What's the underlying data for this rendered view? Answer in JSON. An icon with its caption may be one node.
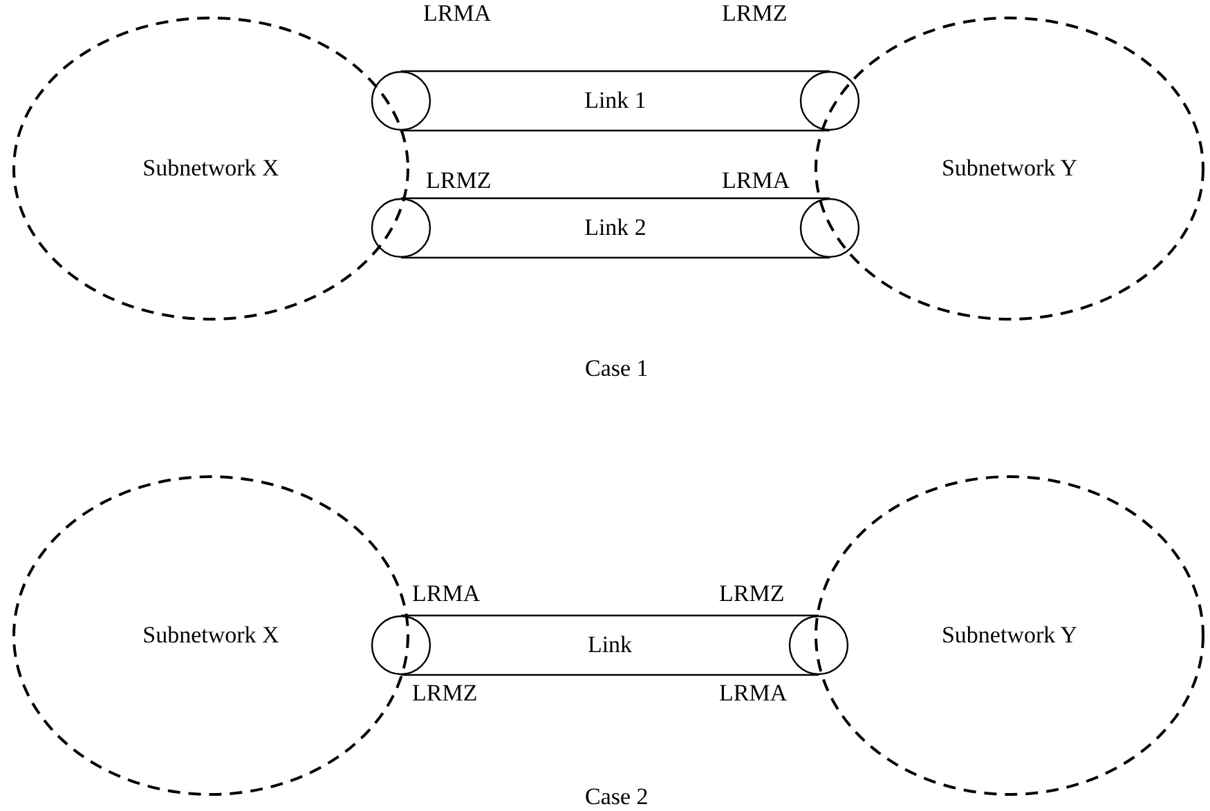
{
  "diagram": {
    "nodes": [
      {
        "text": [
          "Subnetwork X"
        ]
      },
      {
        "text": [
          "Subnetwork Y"
        ]
      },
      {
        "text": [],
        "shape": "circle"
      },
      {
        "text": [
          "Link 1"
        ]
      },
      {
        "text": [],
        "shape": "circle"
      },
      {
        "text": [],
        "shape": "circle"
      },
      {
        "text": [
          "Link 2"
        ]
      },
      {
        "text": [],
        "shape": "circle"
      },
      {
        "text": [
          "Subnetwork X"
        ]
      },
      {
        "text": [
          "Subnetwork Y"
        ]
      },
      {
        "text": [],
        "shape": "circle"
      },
      {
        "text": [
          "Link"
        ]
      },
      {
        "text": [],
        "shape": "circle"
      }
    ],
    "edges": [],
    "labels": [
      "LRMA",
      "LRMZ",
      "LRMZ",
      "LRMA",
      "Case 1",
      "LRMA",
      "LRMZ",
      "LRMZ",
      "LRMA",
      "Case 2"
    ]
  }
}
